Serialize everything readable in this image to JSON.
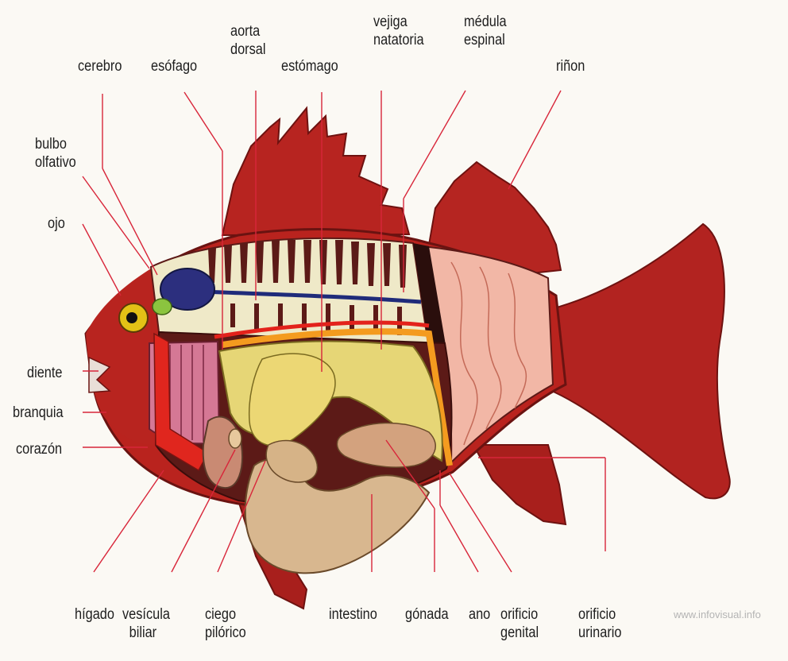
{
  "diagram": {
    "labels": {
      "cerebro": "cerebro",
      "esofago": "esófago",
      "aorta_dorsal": [
        "aorta",
        "dorsal"
      ],
      "estomago": "estómago",
      "vejiga_natatoria": [
        "vejiga",
        "natatoria"
      ],
      "medula_espinal": [
        "médula",
        "espinal"
      ],
      "rinon": "riñon",
      "bulbo_olfativo": [
        "bulbo",
        "olfativo"
      ],
      "ojo": "ojo",
      "diente": "diente",
      "branquia": "branquia",
      "corazon": "corazón",
      "higado": "hígado",
      "vesicula_biliar": [
        "vesícula",
        "biliar"
      ],
      "ciego_pilorico": [
        "ciego",
        "pilórico"
      ],
      "intestino": "intestino",
      "gonada": "gónada",
      "ano": "ano",
      "orificio_genital": [
        "orificio",
        "genital"
      ],
      "orificio_urinario": [
        "orificio",
        "urinario"
      ]
    },
    "watermark": "www.infovisual.info",
    "colors": {
      "body": "#b8221d",
      "body_dark": "#7a1412",
      "fin": "#b02521",
      "cavity": "#5c1a17",
      "muscle_pink": "#f2b7a6",
      "swim_bladder": "#f4eccc",
      "brain": "#2c2f7e",
      "olfactory_bulb": "#8bc43f",
      "eye": "#e5c316",
      "gills": "#d57895",
      "stomach": "#e6d676",
      "intestine": "#d8b78f",
      "kidney_line": "#f49b1f",
      "leader_line": "#d8263a"
    }
  }
}
